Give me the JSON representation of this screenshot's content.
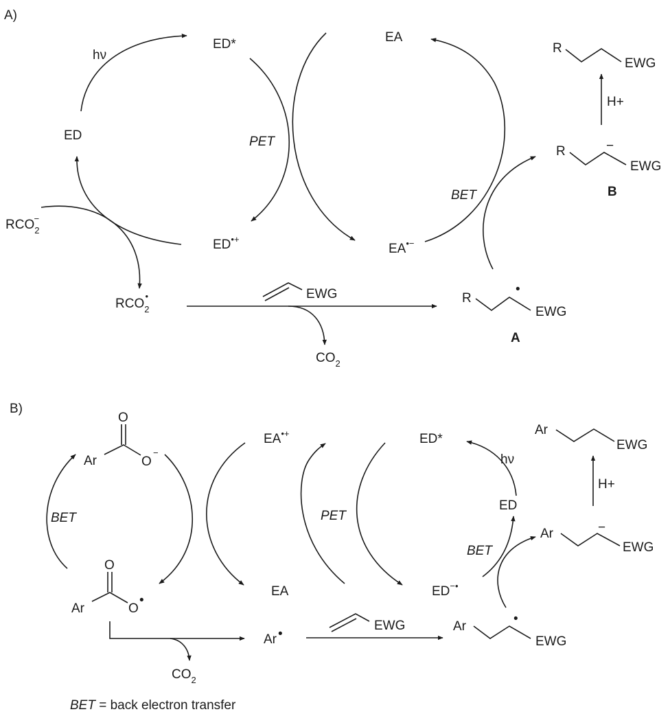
{
  "scheme_a": {
    "panel_label": "A)",
    "hv": "hν",
    "ed": "ED",
    "ed_star": "ED*",
    "ed_cation": "ED",
    "ed_cation_sup": "•+",
    "ea": "EA",
    "ea_anion": "EA",
    "ea_anion_sup": "•−",
    "pet": "PET",
    "bet": "BET",
    "carboxylate": "RCO",
    "carboxylate_sub": "2",
    "carboxylate_sup": "−",
    "carboxyl_radical": "RCO",
    "carboxyl_radical_sub": "2",
    "carboxyl_radical_sup": "•",
    "alkene_ewg": "EWG",
    "co2": "CO",
    "co2_sub": "2",
    "radical_r": "R",
    "radical_ewg": "EWG",
    "radical_dot": "•",
    "label_a": "A",
    "anion_r": "R",
    "anion_ewg": "EWG",
    "anion_charge": "−",
    "label_b": "B",
    "proton": "H+",
    "product_r": "R",
    "product_ewg": "EWG"
  },
  "scheme_b": {
    "panel_label": "B)",
    "carboxylate_ar": "Ar",
    "carboxylate_o_dbl": "O",
    "carboxylate_o": "O",
    "carboxylate_charge": "−",
    "bet_left": "BET",
    "acyloxy_ar": "Ar",
    "acyloxy_o_dbl": "O",
    "acyloxy_o": "O",
    "acyloxy_dot": "•",
    "co2": "CO",
    "co2_sub": "2",
    "ea_cation": "EA",
    "ea_cation_sup": "•+",
    "ea": "EA",
    "pet": "PET",
    "ed_star": "ED*",
    "hv": "hν",
    "ed": "ED",
    "ed_anion": "ED",
    "ed_anion_sup": "−•",
    "aryl_radical": "Ar",
    "aryl_radical_dot": "•",
    "alkene_ewg": "EWG",
    "radical_ar": "Ar",
    "radical_ewg": "EWG",
    "radical_dot": "•",
    "bet_right": "BET",
    "anion_ar": "Ar",
    "anion_ewg": "EWG",
    "anion_charge": "−",
    "proton": "H+",
    "product_ar": "Ar",
    "product_ewg": "EWG"
  },
  "footnote": {
    "term": "BET",
    "definition": " = back electron transfer"
  }
}
